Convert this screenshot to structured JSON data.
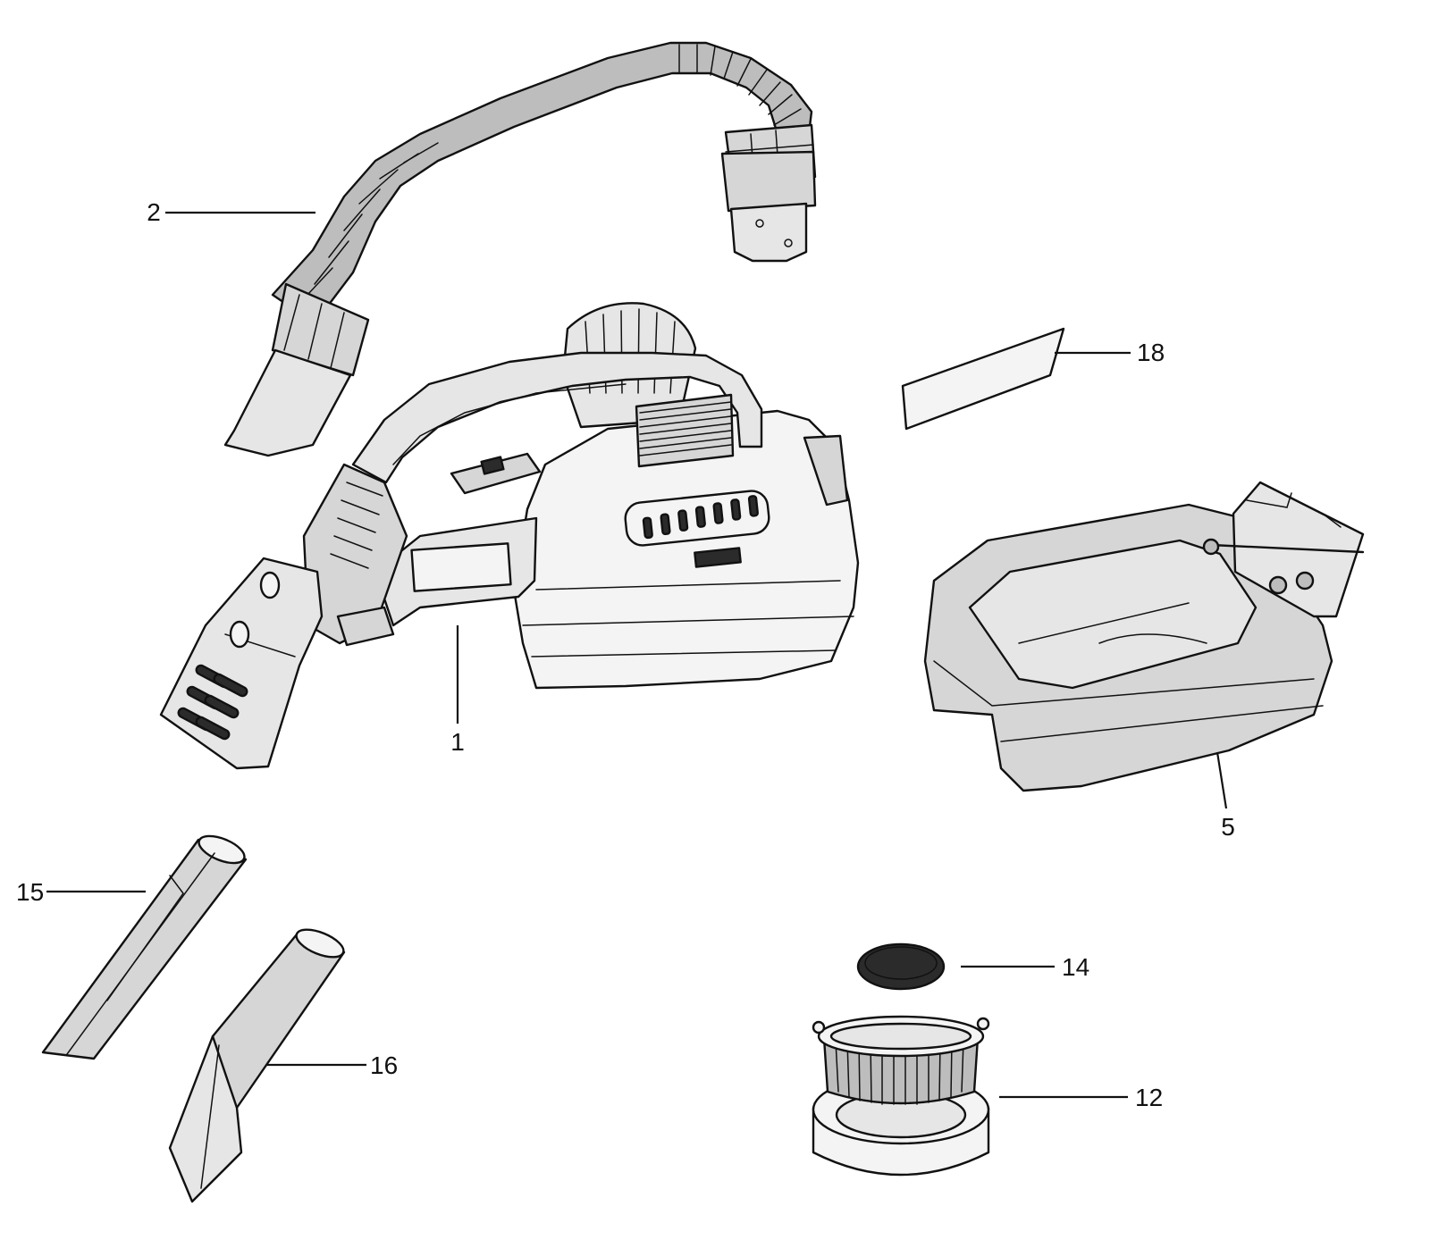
{
  "diagram": {
    "colors": {
      "outline": "#111111",
      "shade_light": "#e6e6e6",
      "shade_mid": "#d6d6d6",
      "shade_dark": "#bdbdbd",
      "background": "#ffffff"
    },
    "callouts": {
      "c1": "1",
      "c2": "2",
      "c5": "5",
      "c12": "12",
      "c14": "14",
      "c15": "15",
      "c16": "16",
      "c18": "18"
    }
  }
}
